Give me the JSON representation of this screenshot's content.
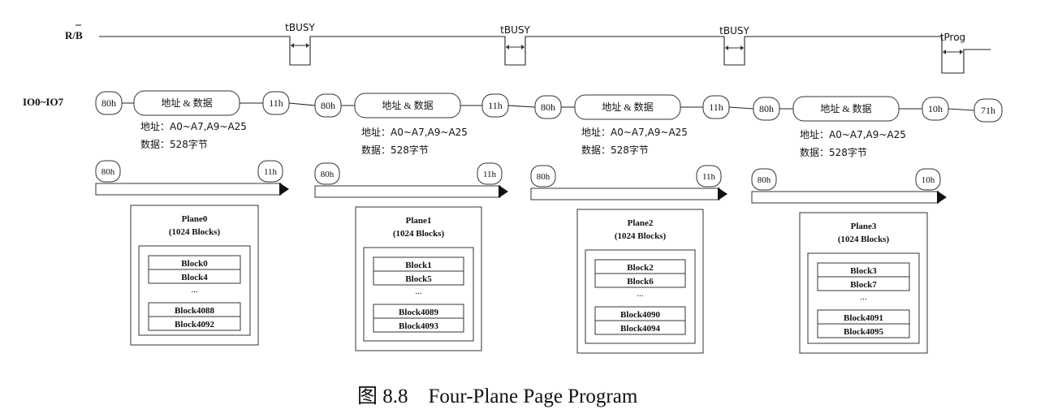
{
  "signals": {
    "rb_label": "R/B",
    "io_label": "IO0~IO7"
  },
  "busy_labels": [
    "tBUSY",
    "tBUSY",
    "tBUSY",
    "tProg"
  ],
  "cmd_groups": [
    {
      "start": "80h",
      "addr_data": "地址 & 数据",
      "end": "11h",
      "addr_note": "地址：A0~A7,A9~A25",
      "data_note": "数据：528字节"
    },
    {
      "start": "80h",
      "addr_data": "地址 & 数据",
      "end": "11h",
      "addr_note": "地址：A0~A7,A9~A25",
      "data_note": "数据：528字节"
    },
    {
      "start": "80h",
      "addr_data": "地址 & 数据",
      "end": "11h",
      "addr_note": "地址：A0~A7,A9~A25",
      "data_note": "数据：528字节"
    },
    {
      "start": "80h",
      "addr_data": "地址 & 数据",
      "end": "10h",
      "addr_note": "地址：A0~A7,A9~A25",
      "data_note": "数据：528字节"
    }
  ],
  "final_cmd": "71h",
  "planes": [
    {
      "name": "Plane0",
      "blocks_count": "(1024 Blocks)",
      "blocks": [
        "Block0",
        "Block4",
        "...",
        "Block4088",
        "Block4092"
      ]
    },
    {
      "name": "Plane1",
      "blocks_count": "(1024 Blocks)",
      "blocks": [
        "Block1",
        "Block5",
        "...",
        "Block4089",
        "Block4093"
      ]
    },
    {
      "name": "Plane2",
      "blocks_count": "(1024 Blocks)",
      "blocks": [
        "Block2",
        "Block6",
        "...",
        "Block4090",
        "Block4094"
      ]
    },
    {
      "name": "Plane3",
      "blocks_count": "(1024 Blocks)",
      "blocks": [
        "Block3",
        "Block7",
        "...",
        "Block4091",
        "Block4095"
      ]
    }
  ],
  "caption": "图 8.8　Four-Plane Page Program"
}
